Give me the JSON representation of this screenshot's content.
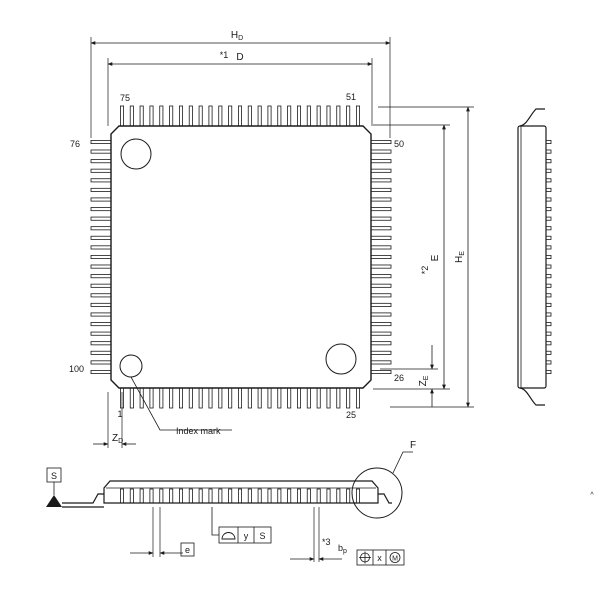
{
  "labels": {
    "hd": "H",
    "hd_sub": "D",
    "d_star": "*1",
    "d": "D",
    "e_star": "*2",
    "e": "E",
    "he": "H",
    "he_sub": "E",
    "pin_75": "75",
    "pin_51": "51",
    "pin_76": "76",
    "pin_50": "50",
    "pin_100": "100",
    "pin_26": "26",
    "pin_1": "1",
    "pin_25": "25",
    "zd": "Z",
    "zd_sub": "D",
    "ze": "Z",
    "ze_sub": "E",
    "index_mark": "Index mark",
    "f": "F",
    "s": "S",
    "e_pitch": "e",
    "y": "y",
    "s2": "S",
    "star3": "*3",
    "bp": "b",
    "bp_sub": "p",
    "x": "x",
    "m": "M",
    "tiny": "^"
  },
  "colors": {
    "stroke": "#1a1a1a",
    "background": "#ffffff"
  },
  "package": {
    "pins_per_side": 25
  }
}
